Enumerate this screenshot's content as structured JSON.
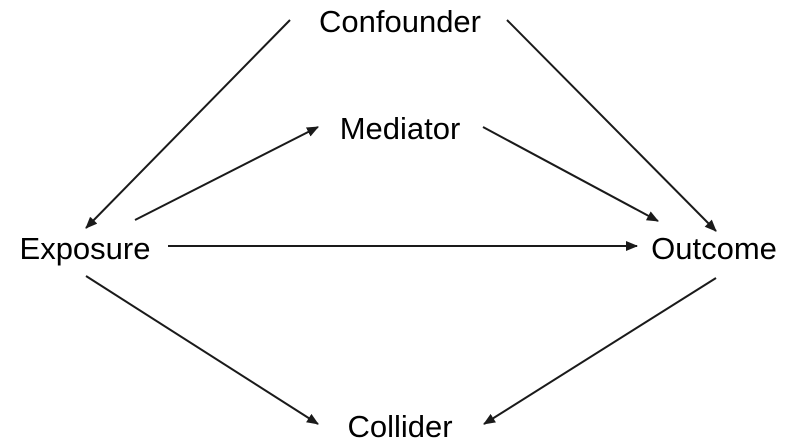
{
  "diagram": {
    "nodes": {
      "confounder": "Confounder",
      "mediator": "Mediator",
      "exposure": "Exposure",
      "outcome": "Outcome",
      "collider": "Collider"
    },
    "edges": [
      {
        "from": "Confounder",
        "to": "Exposure"
      },
      {
        "from": "Confounder",
        "to": "Outcome"
      },
      {
        "from": "Exposure",
        "to": "Mediator"
      },
      {
        "from": "Mediator",
        "to": "Outcome"
      },
      {
        "from": "Exposure",
        "to": "Outcome"
      },
      {
        "from": "Exposure",
        "to": "Collider"
      },
      {
        "from": "Outcome",
        "to": "Collider"
      }
    ],
    "colors": {
      "line": "#1a1a1a",
      "text": "#000000",
      "background": "#ffffff"
    }
  }
}
